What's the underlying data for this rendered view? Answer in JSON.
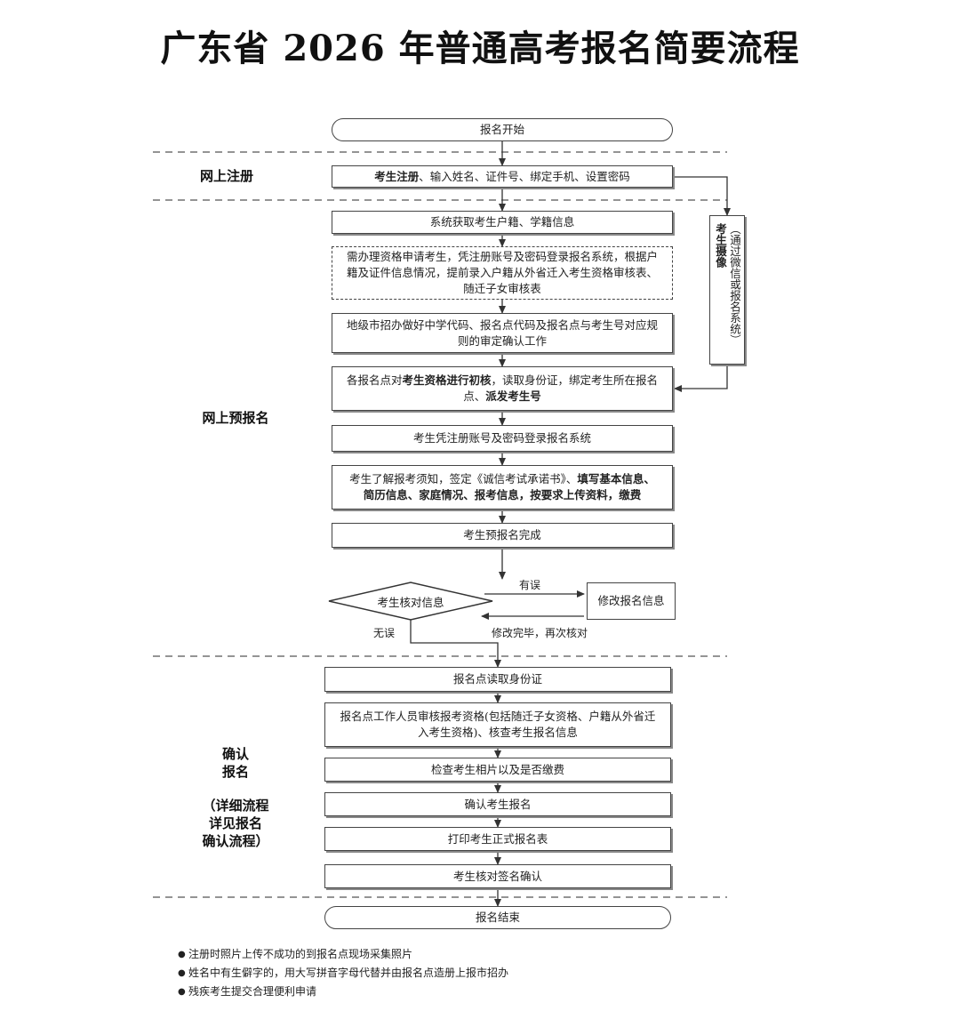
{
  "title": "广东省 2026 年普通高考报名简要流程",
  "sections": {
    "online_register": "网上注册",
    "online_prereg": "网上预报名",
    "confirm_line1": "确认",
    "confirm_line2": "报名",
    "confirm_note1": "（详细流程",
    "confirm_note2": "详见报名",
    "confirm_note3": "确认流程）"
  },
  "steps": {
    "start": "报名开始",
    "register_bold": "考生注册",
    "register_rest": "、输入姓名、证件号、绑定手机、设置密码",
    "get_info": "系统获取考生户籍、学籍信息",
    "qualification": "需办理资格申请考生，凭注册账号及密码登录报名系统，根据户籍及证件信息情况，提前录入户籍从外省迁入考生资格审核表、随迁子女审核表",
    "city_office": "地级市招办做好中学代码、报名点代码及报名点与考生号对应规则的审定确认工作",
    "initial_a": "各报名点对",
    "initial_b": "考生资格进行初核",
    "initial_c": "，读取身份证，绑定考生所在报名点、",
    "initial_d": "派发考生号",
    "login": "考生凭注册账号及密码登录报名系统",
    "fill_a": "考生了解报考须知，签定《诚信考试承诺书》、",
    "fill_b": "填写基本信息、简历信息、家庭情况、报考信息，按要求上传资料，缴费",
    "pre_done": "考生预报名完成",
    "verify": "考生核对信息",
    "modify": "修改报名信息",
    "read_id": "报名点读取身份证",
    "staff_review": "报名点工作人员审核报考资格(包括随迁子女资格、户籍从外省迁入考生资格)、核查考生报名信息",
    "check_photo": "检查考生相片以及是否缴费",
    "confirm_reg": "确认考生报名",
    "print_form": "打印考生正式报名表",
    "sign": "考生核对签名确认",
    "end": "报名结束"
  },
  "side_box": {
    "col1": "（通过微信或报名系统）",
    "col2": "考生摄像"
  },
  "edges": {
    "error": "有误",
    "no_error": "无误",
    "rechecked": "修改完毕，再次核对"
  },
  "notes": [
    "注册时照片上传不成功的到报名点现场采集照片",
    "姓名中有生僻字的，用大写拼音字母代替并由报名点造册上报市招办",
    "残疾考生提交合理便利申请"
  ]
}
